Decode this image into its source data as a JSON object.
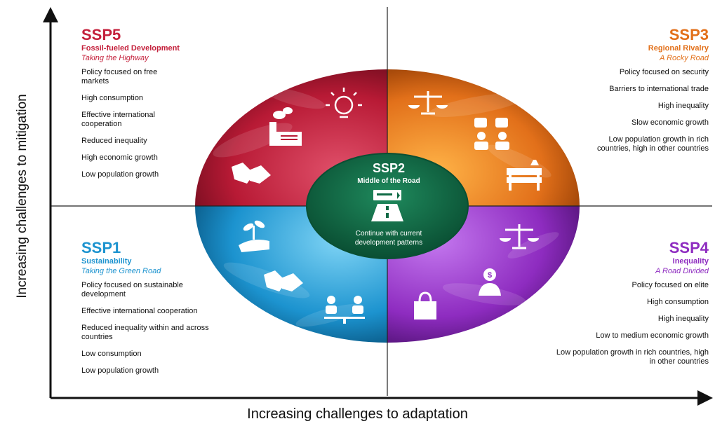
{
  "colors": {
    "ssp5": "#c4203b",
    "ssp3": "#e2701a",
    "ssp1": "#1c93cf",
    "ssp4": "#8e2cc0",
    "ssp2": "#0f6a45"
  },
  "axes": {
    "x_label": "Increasing challenges to adaptation",
    "y_label": "Increasing challenges to mitigation"
  },
  "center": {
    "title": "SSP2",
    "subtitle": "Middle of the Road",
    "description": "Continue with current development patterns",
    "icon": "road-sign-icon"
  },
  "quadrants": {
    "ssp5": {
      "title": "SSP5",
      "subtitle": "Fossil-fueled Development",
      "road": "Taking the Highway",
      "items": [
        "Policy focused on free markets",
        "High consumption",
        "Effective international cooperation",
        "Reduced inequality",
        "High economic growth",
        "Low population growth"
      ],
      "icons": [
        "lightbulb-icon",
        "factory-icon",
        "handshake-icon"
      ]
    },
    "ssp3": {
      "title": "SSP3",
      "subtitle": "Regional Rivalry",
      "road": "A Rocky Road",
      "items": [
        "Policy focused on security",
        "Barriers to international trade",
        "High inequality",
        "Slow economic growth",
        "Low population growth in rich countries, high in other countries"
      ],
      "icons": [
        "scales-icon",
        "people-disagree-icon",
        "barrier-icon"
      ]
    },
    "ssp1": {
      "title": "SSP1",
      "subtitle": "Sustainability",
      "road": "Taking the Green Road",
      "items": [
        "Policy focused on sustainable development",
        "Effective international cooperation",
        "Reduced inequality within and across countries",
        "Low consumption",
        "Low population growth"
      ],
      "icons": [
        "plant-hand-icon",
        "handshake-icon",
        "balanced-people-icon"
      ]
    },
    "ssp4": {
      "title": "SSP4",
      "subtitle": "Inequality",
      "road": "A Road Divided",
      "items": [
        "Policy focused on elite",
        "High consumption",
        "High inequality",
        "Low to medium economic growth",
        "Low population growth in rich countries, high in other countries"
      ],
      "icons": [
        "scales-icon",
        "businessman-icon",
        "shopping-bag-icon"
      ]
    }
  }
}
